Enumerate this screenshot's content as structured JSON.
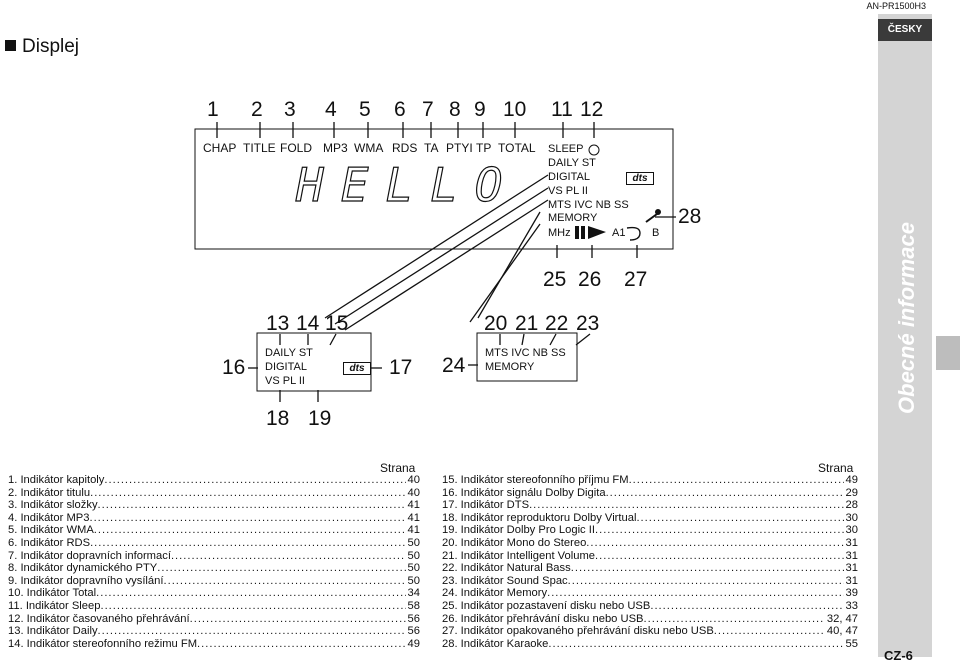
{
  "header": {
    "model": "AN-PR1500H3",
    "language_tab": "ČESKY",
    "side_label": "Obecné informace",
    "page_number": "CZ-6"
  },
  "section_title": "Displej",
  "diagram": {
    "top_numbers": [
      "1",
      "2",
      "3",
      "4",
      "5",
      "6",
      "7",
      "8",
      "9",
      "10",
      "11",
      "12"
    ],
    "top_labels": [
      "CHAP",
      "TITLE",
      "FOLD",
      "MP3",
      "WMA",
      "RDS",
      "TA",
      "PTYI",
      "TP",
      "TOTAL"
    ],
    "display_text": "HELLO",
    "right_lines": [
      "SLEEP",
      "DAILY  ST",
      "DIGITAL",
      "VS    PL II",
      "MTS  IVC  NB  SS",
      "MEMORY",
      "MHz",
      "A1",
      "B"
    ],
    "dts_label": "dts",
    "right_numbers": [
      "25",
      "26",
      "27",
      "28"
    ],
    "left_detail": {
      "numbers_top": [
        "13",
        "14",
        "15"
      ],
      "left_number": "16",
      "right_number": "17",
      "numbers_bottom": [
        "18",
        "19"
      ],
      "lines": [
        "DAILY    ST",
        "DIGITAL",
        "VS    PL II"
      ]
    },
    "mid_detail": {
      "numbers_top": [
        "20",
        "21",
        "22",
        "23"
      ],
      "left_number": "24",
      "lines": [
        "MTS   IVC   NB   SS",
        "MEMORY"
      ]
    }
  },
  "toc_left": {
    "strana": "Strana",
    "items": [
      {
        "text": "1. Indikátor kapitoly",
        "page": "40"
      },
      {
        "text": "2. Indikátor titulu",
        "page": "40"
      },
      {
        "text": "3. Indikátor složky",
        "page": "41"
      },
      {
        "text": "4. Indikátor MP3",
        "page": "41"
      },
      {
        "text": "5. Indikátor WMA",
        "page": "41"
      },
      {
        "text": "6. Indikátor RDS",
        "page": "50"
      },
      {
        "text": "7. Indikátor dopravních informací",
        "page": "50"
      },
      {
        "text": "8. Indikátor dynamického PTY",
        "page": "50"
      },
      {
        "text": "9. Indikátor dopravního vysílání",
        "page": "50"
      },
      {
        "text": "10. Indikátor Total",
        "page": "34"
      },
      {
        "text": "11. Indikátor Sleep",
        "page": "58"
      },
      {
        "text": "12. Indikátor časovaného přehrávání",
        "page": "56"
      },
      {
        "text": "13. Indikátor Daily",
        "page": "56"
      },
      {
        "text": "14. Indikátor stereofonního režimu FM",
        "page": "49"
      }
    ]
  },
  "toc_right": {
    "strana": "Strana",
    "items": [
      {
        "text": "15. Indikátor stereofonního příjmu FM",
        "page": "49"
      },
      {
        "text": "16. Indikátor signálu Dolby Digita",
        "page": "29"
      },
      {
        "text": "17. Indikátor DTS",
        "page": "28"
      },
      {
        "text": "18. Indikátor reproduktoru Dolby Virtual",
        "page": "30"
      },
      {
        "text": "19. Indikátor Dolby Pro Logic II",
        "page": "30"
      },
      {
        "text": "20. Indikátor Mono do Stereo",
        "page": "31"
      },
      {
        "text": "21. Indikátor Intelligent Volume",
        "page": "31"
      },
      {
        "text": "22. Indikátor Natural Bass",
        "page": "31"
      },
      {
        "text": "23. Indikátor Sound Spac",
        "page": "31"
      },
      {
        "text": "24. Indikátor Memory",
        "page": "39"
      },
      {
        "text": "25. Indikátor pozastavení disku nebo USB",
        "page": "33"
      },
      {
        "text": "26. Indikátor přehrávání disku nebo USB",
        "page": "32, 47"
      },
      {
        "text": "27. Indikátor opakovaného přehrávání disku nebo USB",
        "page": "40, 47"
      },
      {
        "text": "28. Indikátor Karaoke",
        "page": "55"
      }
    ]
  }
}
